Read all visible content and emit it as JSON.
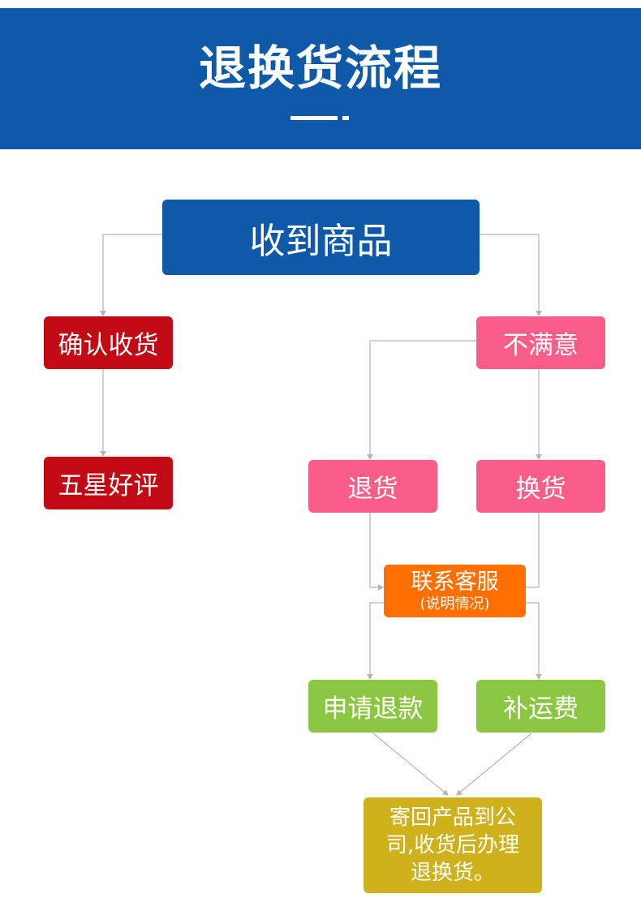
{
  "header": {
    "title": "退换货流程"
  },
  "nodes": {
    "receive": "收到商品",
    "confirm": "确认收货",
    "review": "五星好评",
    "unsatisfied": "不满意",
    "return": "退货",
    "exchange": "换货",
    "contact_main": "联系客服",
    "contact_sub": "(说明情况)",
    "refund": "申请退款",
    "shipping": "补运费",
    "final_line1": "寄回产品到公",
    "final_line2": "司,收货后办理",
    "final_line3": "退换货。"
  },
  "colors": {
    "blue": "#0e5aa8",
    "red": "#c20a14",
    "pink": "#fa5e88",
    "orange": "#ff6f00",
    "green": "#8bc642",
    "gold": "#cfb21b",
    "line": "#b5b5b5"
  }
}
